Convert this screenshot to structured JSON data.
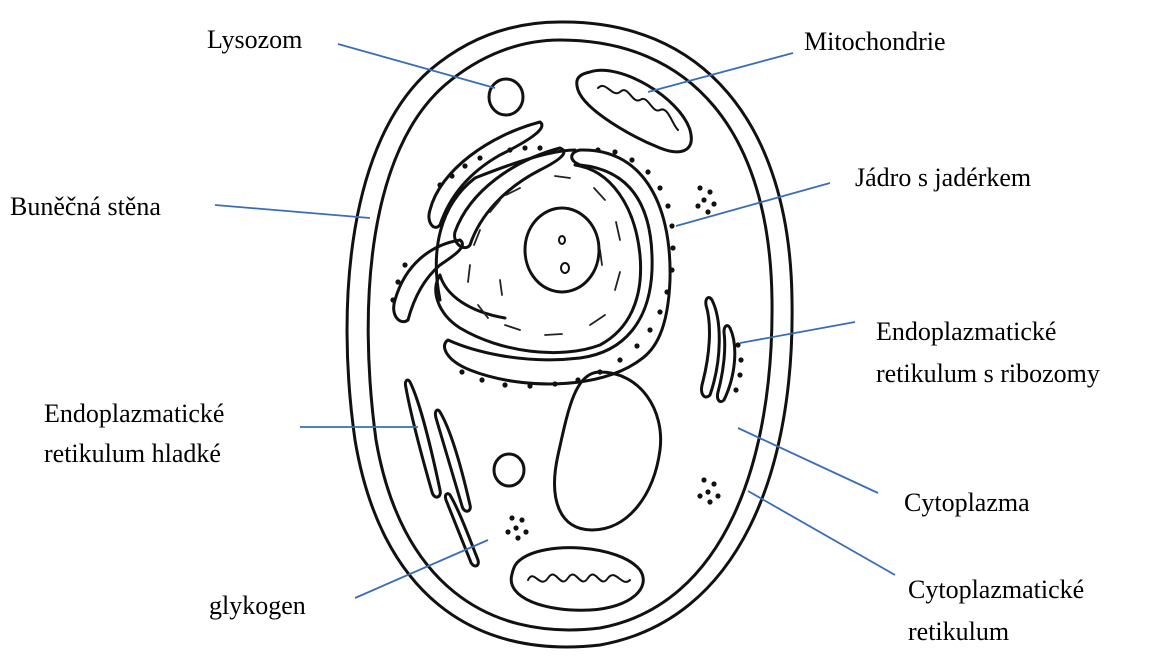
{
  "labels": {
    "lysozom": "Lysozom",
    "mitochondrie": "Mitochondrie",
    "bunecna_stena": "Buněčná stěna",
    "jadro": "Jádro s jadérkem",
    "er_ribozomy_1": "Endoplazmatické",
    "er_ribozomy_2": "retikulum s ribozomy",
    "er_hladke_1": "Endoplazmatické",
    "er_hladke_2": "retikulum hladké",
    "cytoplazma": "Cytoplazma",
    "glykogen": "glykogen",
    "cytoplazmaticke_1": "Cytoplazmatické",
    "cytoplazmaticke_2": "retikulum"
  },
  "colors": {
    "ink": "#111111",
    "leader_line": "#3a6db5",
    "background": "#ffffff"
  }
}
